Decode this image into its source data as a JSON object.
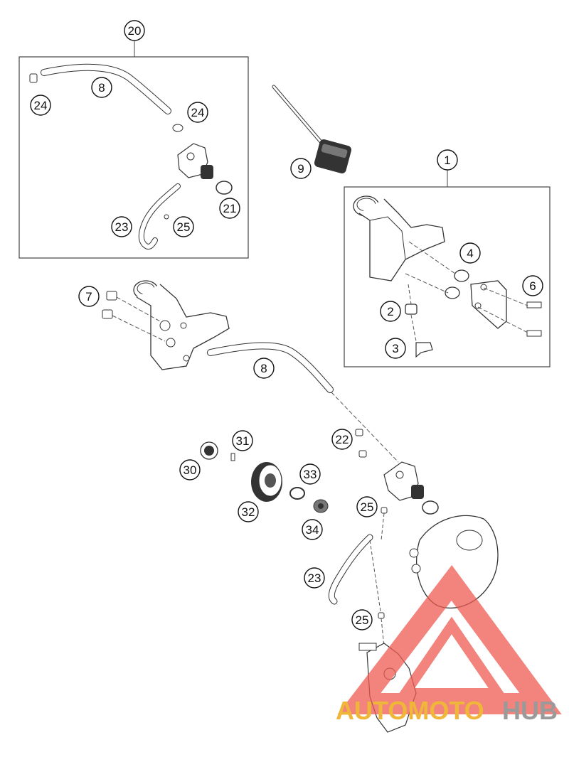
{
  "diagram": {
    "callouts": {
      "c20": "20",
      "c8a": "8",
      "c24a": "24",
      "c24b": "24",
      "c21": "21",
      "c23a": "23",
      "c25a": "25",
      "c9": "9",
      "c1": "1",
      "c4": "4",
      "c6": "6",
      "c2": "2",
      "c3": "3",
      "c7": "7",
      "c8b": "8",
      "c22": "22",
      "c31": "31",
      "c30": "30",
      "c33": "33",
      "c32": "32",
      "c34": "34",
      "c25b": "25",
      "c23b": "23",
      "c25c": "25"
    }
  },
  "watermark": {
    "brand_part1": "AUTOMOTO",
    "brand_part2": "HUB",
    "color_primary": "#f0b63a",
    "color_red": "#ee5a52",
    "color_gray": "#9a9a9a"
  }
}
